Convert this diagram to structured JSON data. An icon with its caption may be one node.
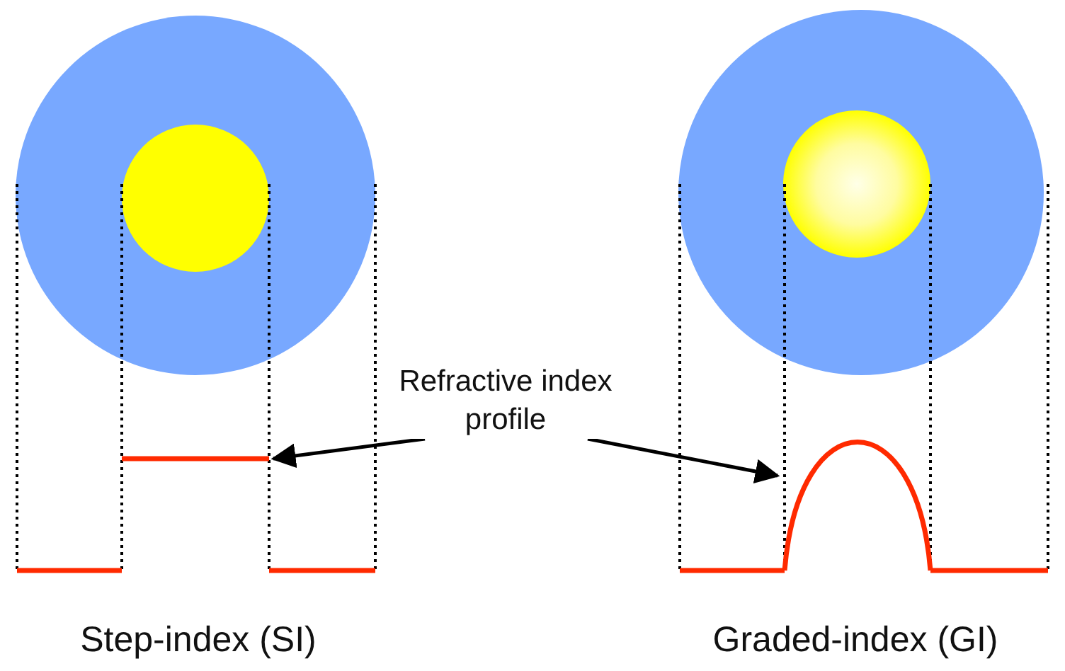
{
  "diagram": {
    "nodes": [
      {
        "text": [
          "Refractive index profile"
        ]
      },
      {
        "text": [],
        "shape": "line"
      },
      {
        "text": [],
        "shape": "curve"
      }
    ],
    "edges": [
      {
        "from": 0,
        "to": 1,
        "arrow": "to"
      },
      {
        "from": 0,
        "to": 2,
        "arrow": "to"
      }
    ],
    "labels": [
      "Step-index (SI)",
      "Graded-index (GI)"
    ]
  }
}
